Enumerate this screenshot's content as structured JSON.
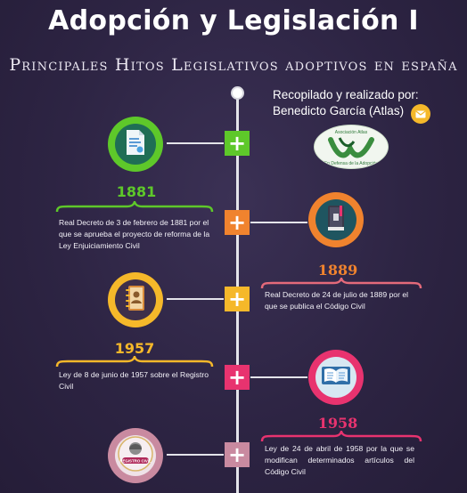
{
  "header": {
    "title": "Adopción y Legislación I",
    "subtitle": "Principales Hitos Legislativos adoptivos en españa"
  },
  "credit": {
    "line1": "Recopilado y realizado por:",
    "line2": "Benedicto García (Atlas)"
  },
  "logo": {
    "top_text": "Asociación Atlas",
    "bottom_text": "En Defensa de la Adopción"
  },
  "colors": {
    "green": "#5ec82a",
    "orange": "#f0832e",
    "yellow": "#f5b82a",
    "magenta": "#e8336f",
    "mauve": "#c98aa0",
    "line": "#e4e4ea"
  },
  "events": [
    {
      "year": "1881",
      "icon": "document-certificate-icon",
      "text": "Real Decreto de 3 de febrero de 1881 por el que se aprueba el proyecto de reforma de la Ley Enjuiciamiento Civil"
    },
    {
      "year": "1889",
      "icon": "book-icon",
      "text": "Real Decreto de 24 de julio de 1889 por el que se publica el Código Civil"
    },
    {
      "year": "1957",
      "icon": "address-book-icon",
      "text": "Ley de 8 de junio de 1957 sobre el Registro Civil"
    },
    {
      "year": "1958",
      "icon": "open-book-icon",
      "text": "Ley de 24 de abril de 1958 por la que se modifican determinados artículos del Código Civil"
    },
    {
      "icon": "registro-civil-seal-icon",
      "seal_text": "REGISTRO CIVIL"
    }
  ]
}
